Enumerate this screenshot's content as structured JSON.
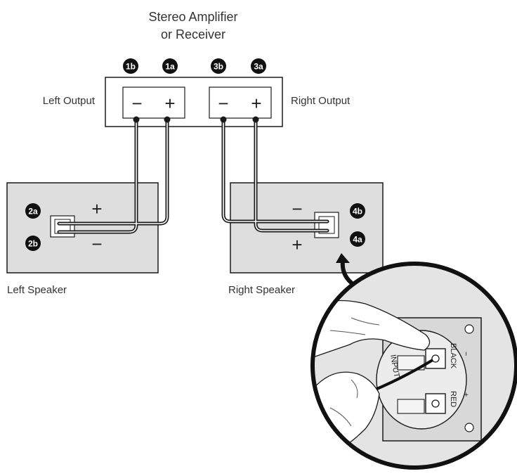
{
  "title": {
    "line1": "Stereo Amplifier",
    "line2": "or Receiver"
  },
  "amplifier": {
    "left_output_label": "Left Output",
    "right_output_label": "Right Output",
    "left_terminals": {
      "negative": "−",
      "positive": "+"
    },
    "right_terminals": {
      "negative": "−",
      "positive": "+"
    },
    "badges": {
      "b1b": "1b",
      "b1a": "1a",
      "b3b": "3b",
      "b3a": "3a"
    }
  },
  "left_speaker": {
    "label": "Left Speaker",
    "plus": "+",
    "minus": "−",
    "badges": {
      "top": "2a",
      "bottom": "2b"
    }
  },
  "right_speaker": {
    "label": "Right Speaker",
    "plus": "+",
    "minus": "−",
    "badges": {
      "top": "4b",
      "bottom": "4a"
    }
  },
  "detail": {
    "input_text": "INPUT",
    "black_text": "BLACK",
    "black_sign": "−",
    "red_text": "RED",
    "red_sign": "+"
  },
  "colors": {
    "panel_fill": "#dedede",
    "line": "#1a1a1a",
    "badge_fill": "#111111"
  }
}
